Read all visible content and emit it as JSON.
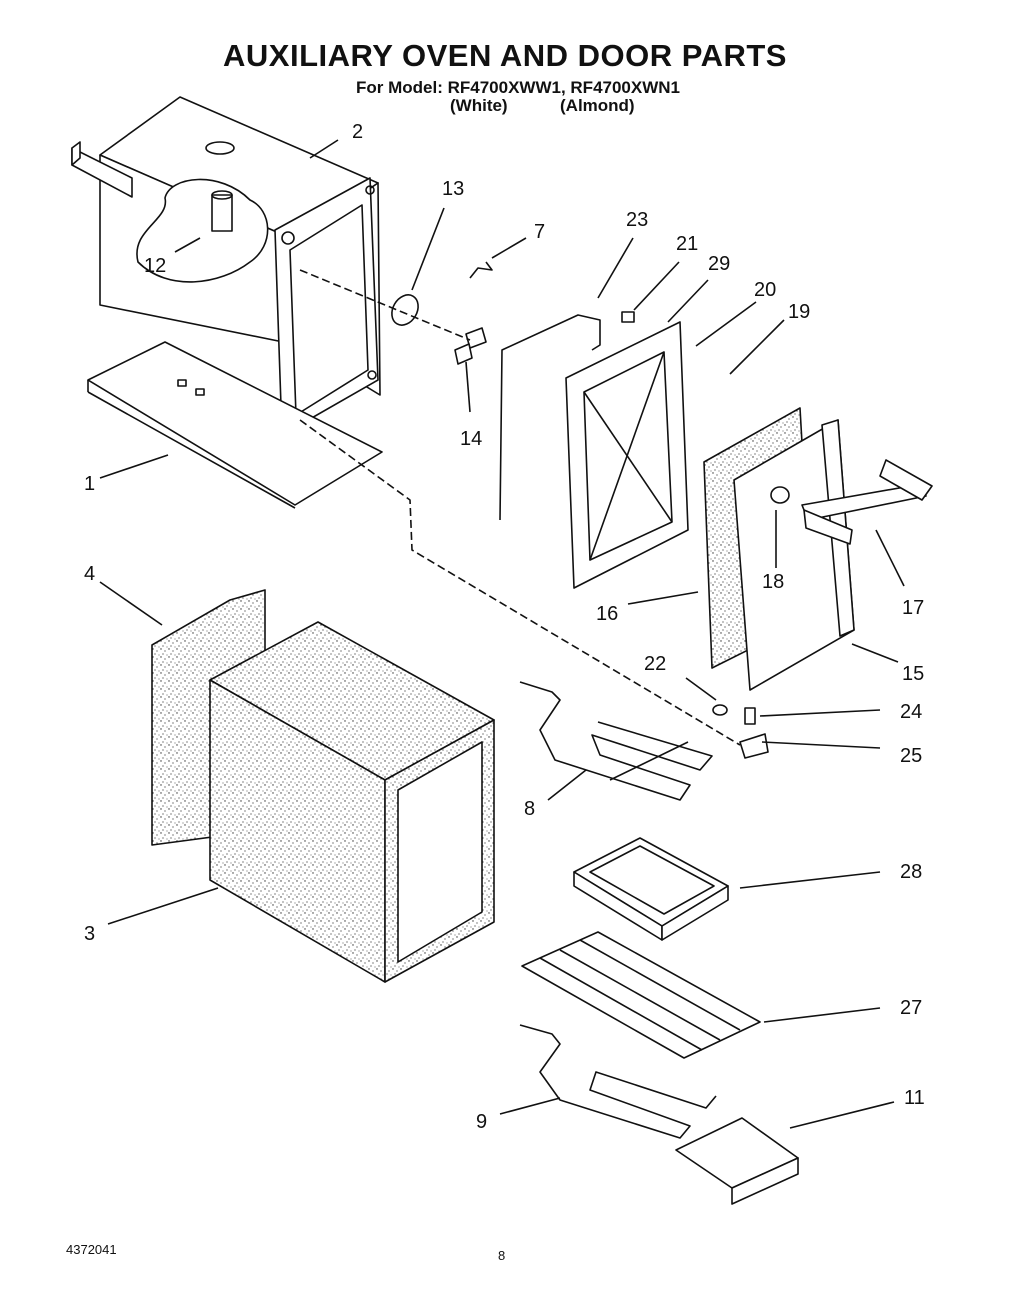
{
  "header": {
    "title": "AUXILIARY OVEN AND DOOR PARTS",
    "model_line": "For Model: RF4700XWW1,  RF4700XWN1",
    "variant_1": "(White)",
    "variant_2": "(Almond)"
  },
  "callouts": {
    "p1": "1",
    "p2": "2",
    "p3": "3",
    "p4": "4",
    "p7": "7",
    "p8": "8",
    "p9": "9",
    "p11": "11",
    "p12": "12",
    "p13": "13",
    "p14": "14",
    "p15": "15",
    "p16": "16",
    "p17": "17",
    "p18": "18",
    "p19": "19",
    "p20": "20",
    "p21": "21",
    "p22": "22",
    "p23": "23",
    "p24": "24",
    "p25": "25",
    "p27": "27",
    "p28": "28",
    "p29": "29"
  },
  "footer": {
    "doc_number": "4372041",
    "page_number": "8"
  }
}
